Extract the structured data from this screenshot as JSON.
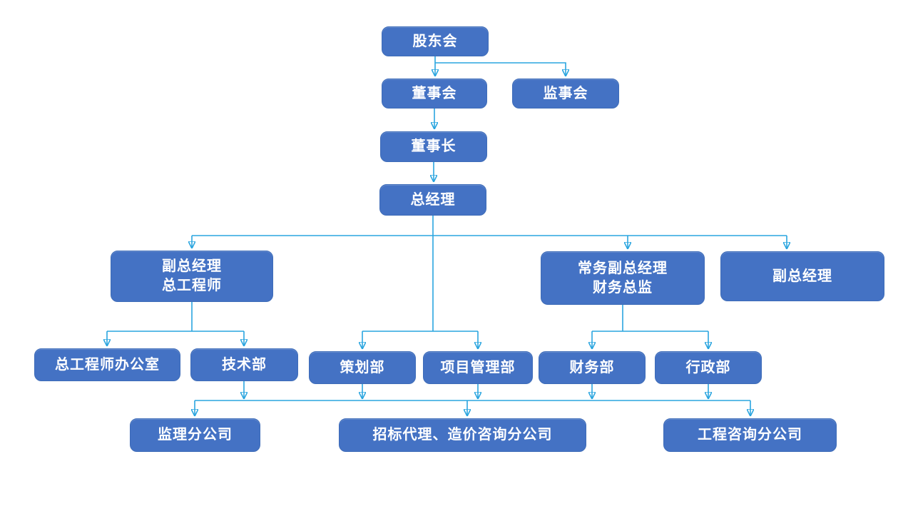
{
  "colors": {
    "background": "#FFFFFF",
    "node_fill": "#4472C4",
    "node_border": "#3E6CB8",
    "node_text": "#FFFFFF",
    "connector": "#2AA5DF"
  },
  "nodes": {
    "shareholders_meeting": {
      "label": "股东会"
    },
    "board_of_directors": {
      "label": "董事会"
    },
    "supervisory_board": {
      "label": "监事会"
    },
    "chairman": {
      "label": "董事长"
    },
    "general_manager": {
      "label": "总经理"
    },
    "deputy_gm_chief_engineer": {
      "label": "副总经理\n总工程师"
    },
    "executive_deputy_gm_cfo": {
      "label": "常务副总经理\n财务总监"
    },
    "deputy_gm": {
      "label": "副总经理"
    },
    "chief_engineer_office": {
      "label": "总工程师办公室"
    },
    "technology_dept": {
      "label": "技术部"
    },
    "planning_dept": {
      "label": "策划部"
    },
    "project_management_dept": {
      "label": "项目管理部"
    },
    "finance_dept": {
      "label": "财务部"
    },
    "admin_dept": {
      "label": "行政部"
    },
    "supervision_branch": {
      "label": "监理分公司"
    },
    "bidding_cost_consulting_branch": {
      "label": "招标代理、造价咨询分公司"
    },
    "engineering_consulting_branch": {
      "label": "工程咨询分公司"
    }
  }
}
